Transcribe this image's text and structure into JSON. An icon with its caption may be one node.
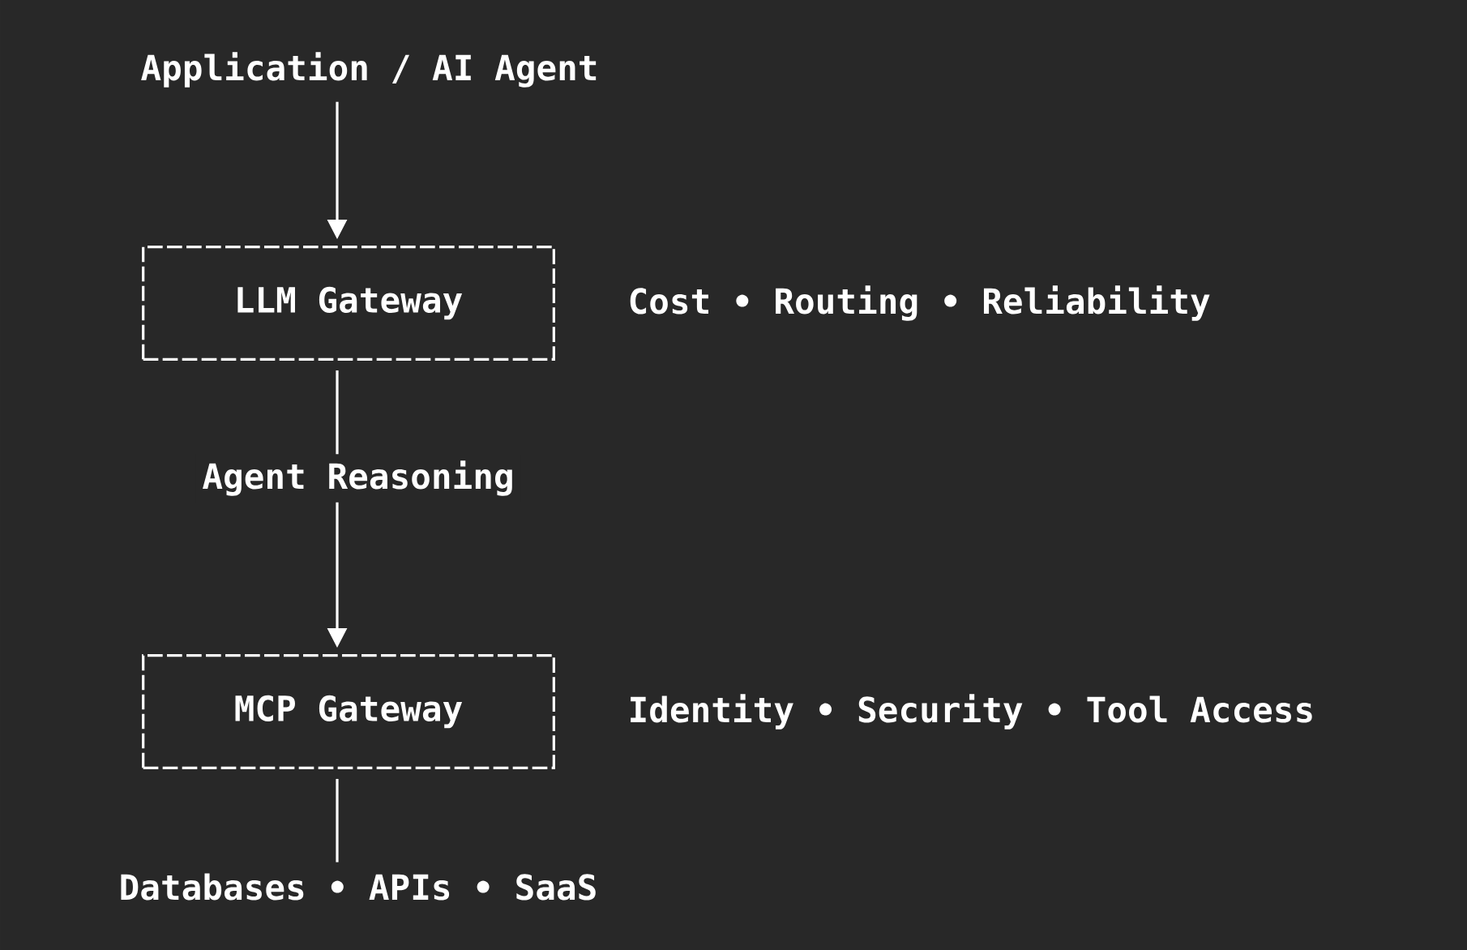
{
  "diagram": {
    "nodes": [
      {
        "text": [
          "Application / AI Agent"
        ]
      },
      {
        "text": [
          "LLM Gateway"
        ],
        "beside": [
          "Cost • Routing • Reliability"
        ]
      },
      {
        "text": [
          "MCP Gateway"
        ],
        "beside": [
          "Identity • Security • Tool Access"
        ]
      },
      {
        "text": [
          "Databases • APIs • SaaS"
        ]
      }
    ],
    "edges": [
      {
        "from": 0,
        "to": 1,
        "arrow": "to"
      },
      {
        "from": 1,
        "to": 2,
        "arrow": "to",
        "label": "Agent Reasoning"
      },
      {
        "from": 2,
        "to": 3,
        "arrow": "none"
      }
    ]
  }
}
